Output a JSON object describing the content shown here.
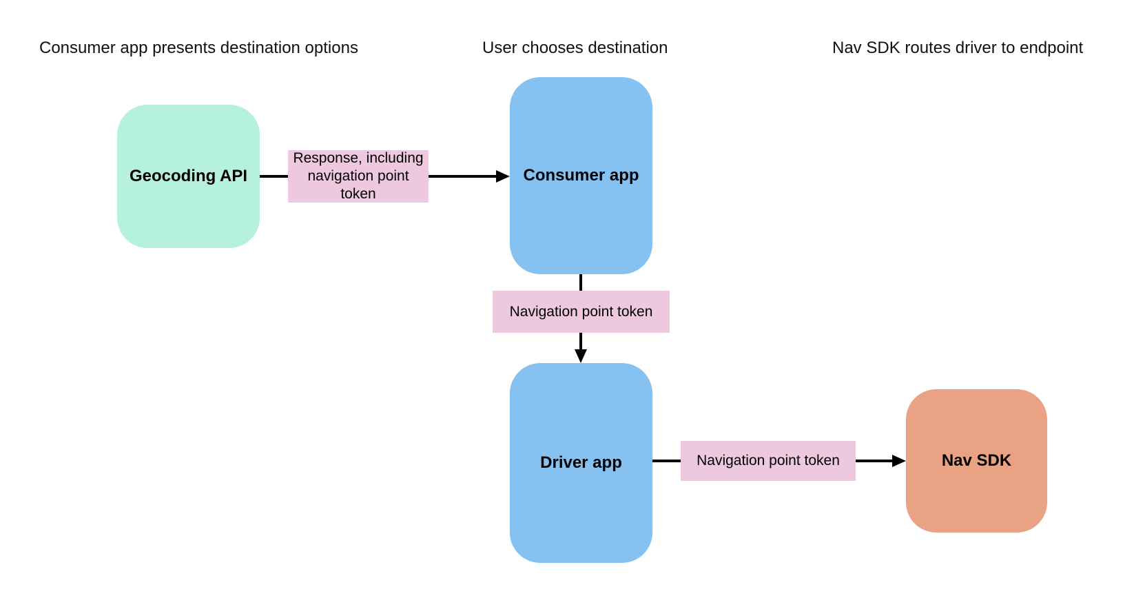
{
  "diagram": {
    "background_color": "#ffffff",
    "text_color": "#111111",
    "arrow_color": "#000000",
    "phases": [
      {
        "label": "Consumer app presents destination options"
      },
      {
        "label": "User chooses destination"
      },
      {
        "label": "Nav SDK routes driver to endpoint"
      }
    ],
    "nodes": [
      {
        "id": "geocoding-api",
        "label": "Geocoding API",
        "color": "#b6f1dc"
      },
      {
        "id": "consumer-app",
        "label": "Consumer app",
        "color": "#85c2f1"
      },
      {
        "id": "driver-app",
        "label": "Driver app",
        "color": "#85c2f1"
      },
      {
        "id": "nav-sdk",
        "label": "Nav SDK",
        "color": "#e9a284"
      }
    ],
    "edges": [
      {
        "from": "geocoding-api",
        "to": "consumer-app",
        "label": "Response, including navigation point token",
        "label_bg": "#edc8de",
        "direction": "right"
      },
      {
        "from": "consumer-app",
        "to": "driver-app",
        "label": "Navigation point token",
        "label_bg": "#edc8de",
        "direction": "down"
      },
      {
        "from": "driver-app",
        "to": "nav-sdk",
        "label": "Navigation point token",
        "label_bg": "#edc8de",
        "direction": "right"
      }
    ]
  }
}
